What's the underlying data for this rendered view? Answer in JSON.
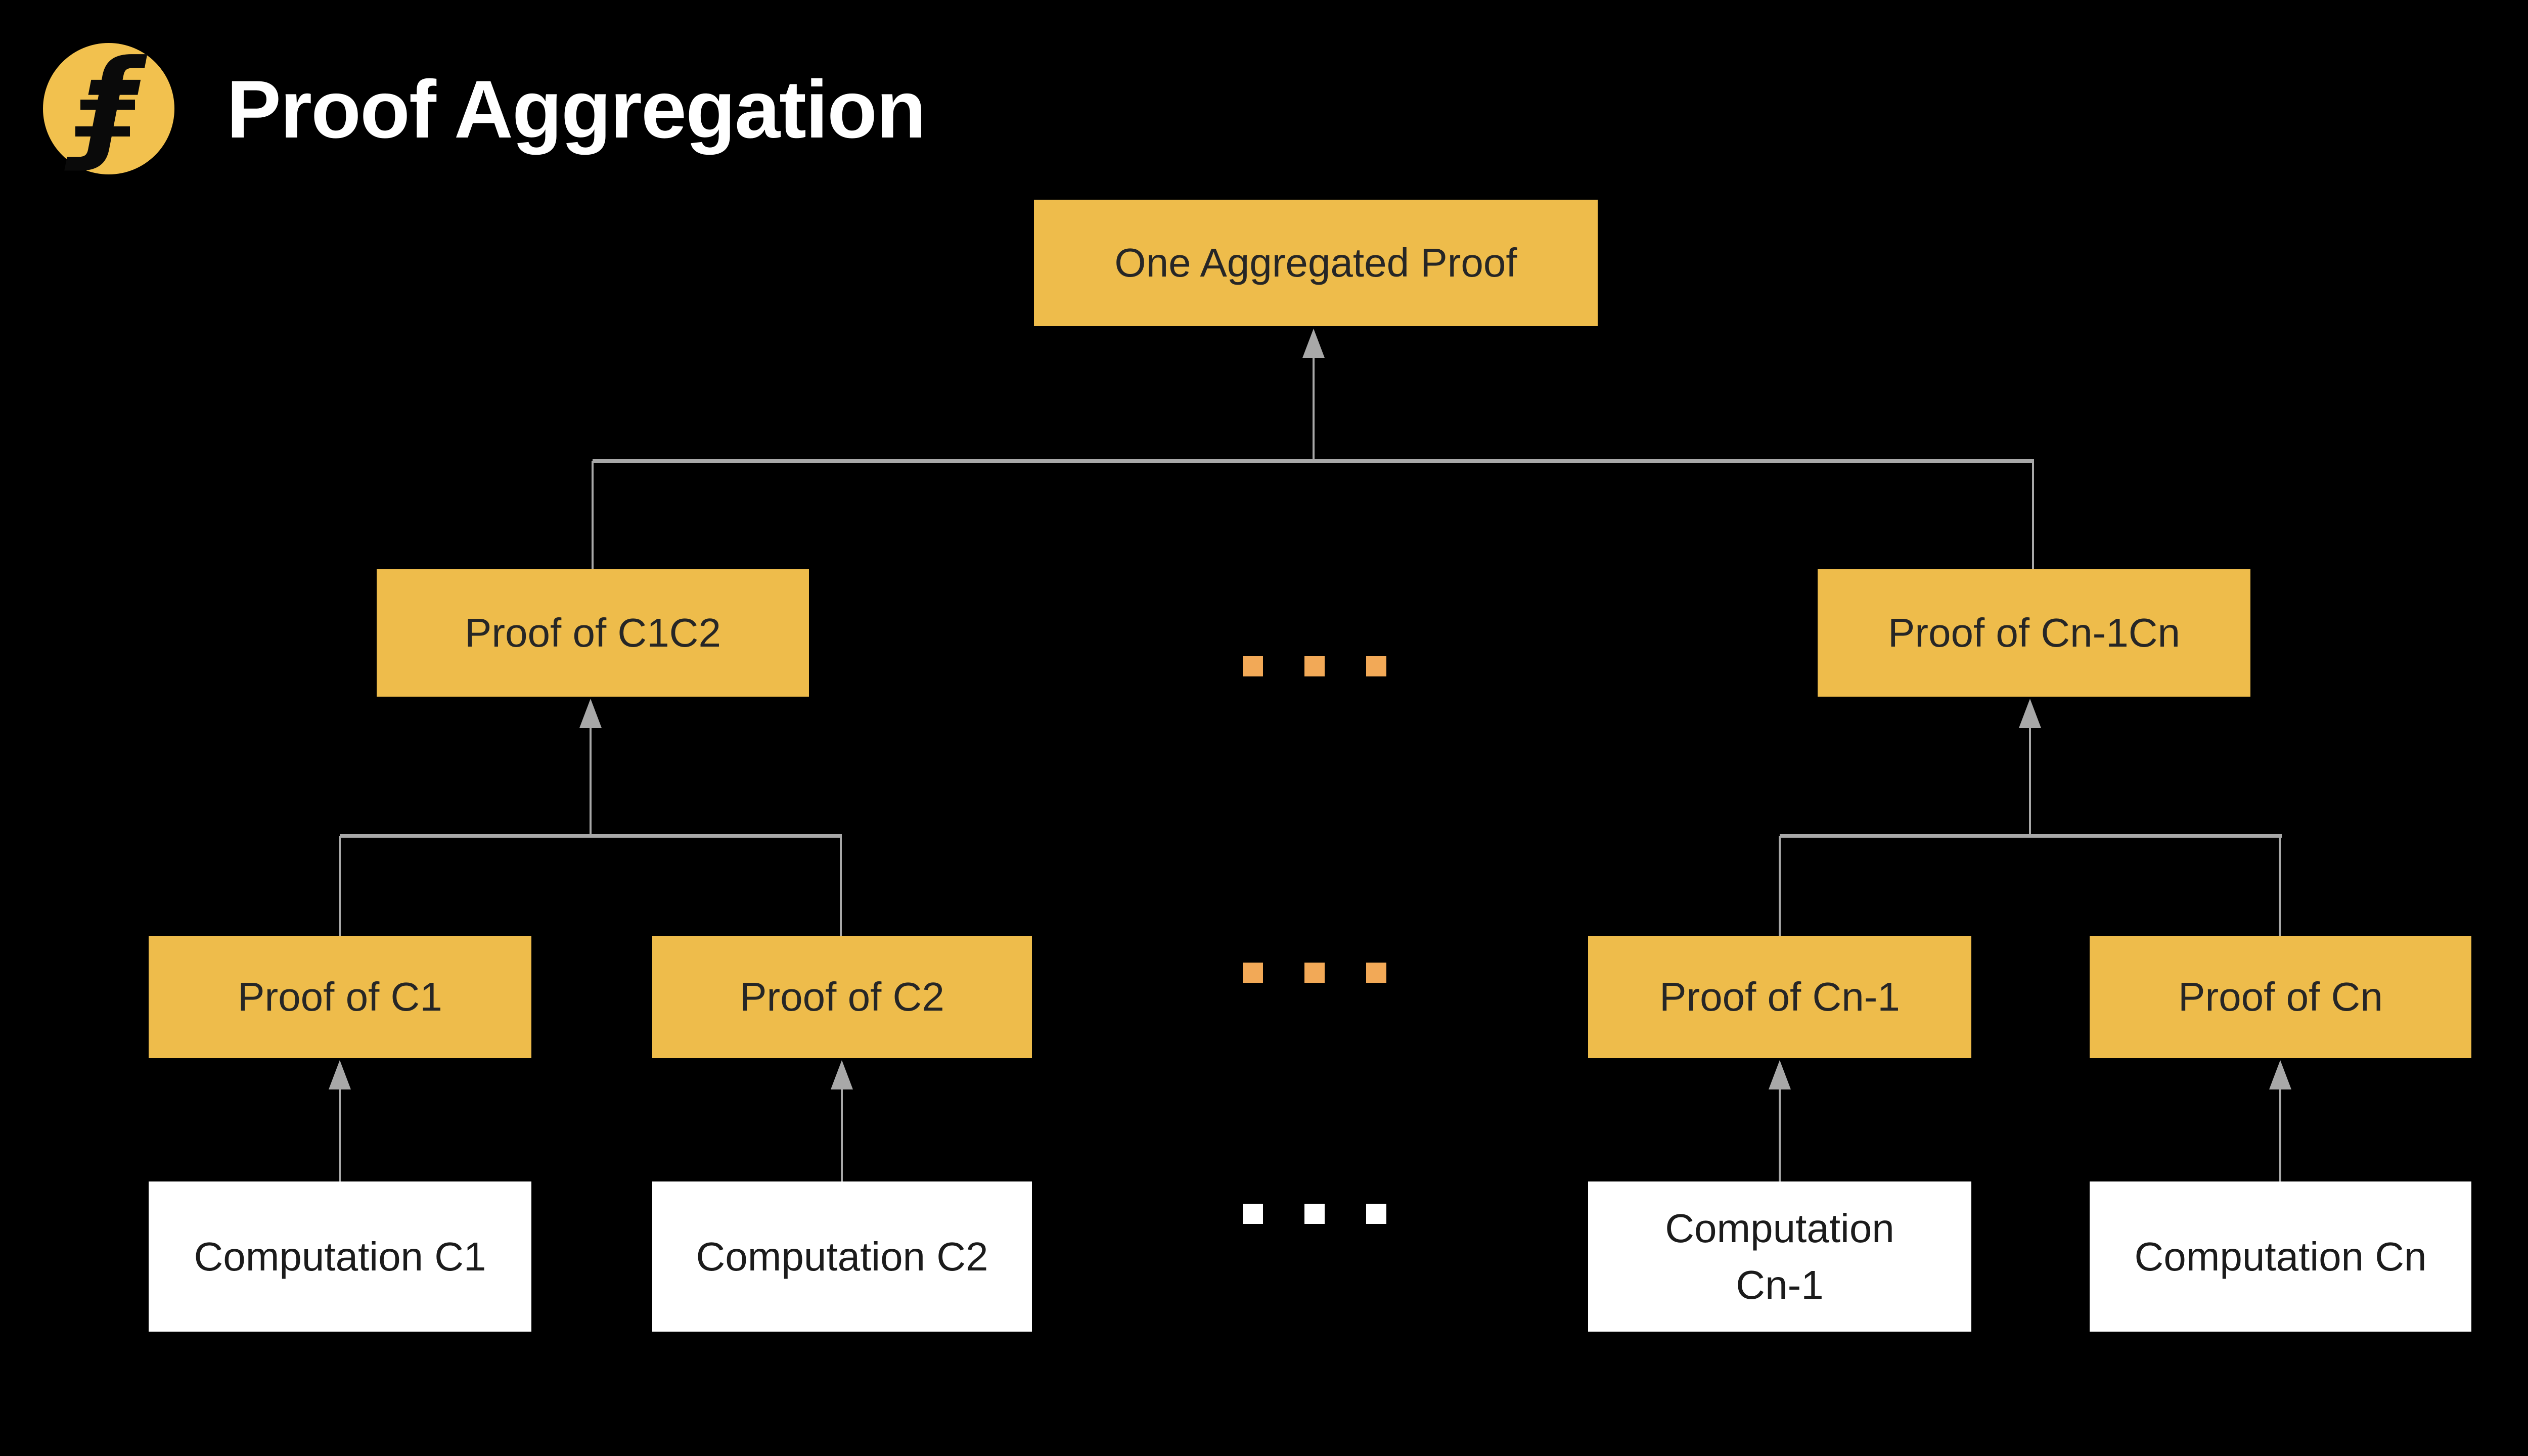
{
  "slide": {
    "title": "Proof Aggregation",
    "logo_glyph": "ƒ"
  },
  "colors": {
    "background": "#000000",
    "title_text": "#FFFFFF",
    "box_yellow": "#EEBC4B",
    "box_text_dark": "#262626",
    "box_white": "#FFFFFF",
    "box_white_text": "#1B1B1B",
    "line_gray": "#A8A8A8",
    "dot_orange": "#F2A957",
    "dot_white": "#FFFFFF",
    "logo_yellow": "#F2C14E",
    "logo_glyph_color": "#0A0A0A",
    "corner_dot": "#F59322"
  },
  "diagram": {
    "root": {
      "label": "One Aggregated Proof"
    },
    "pair_proofs": [
      {
        "label": "Proof of C1C2"
      },
      {
        "label": "Proof of Cn-1Cn"
      }
    ],
    "leaf_proofs": [
      {
        "label": "Proof of C1"
      },
      {
        "label": "Proof of C2"
      },
      {
        "label": "Proof of Cn-1"
      },
      {
        "label": "Proof of Cn"
      }
    ],
    "computations": [
      {
        "label": "Computation C1"
      },
      {
        "label": "Computation C2"
      },
      {
        "label": "Computation\nCn-1"
      },
      {
        "label": "Computation Cn"
      }
    ]
  }
}
